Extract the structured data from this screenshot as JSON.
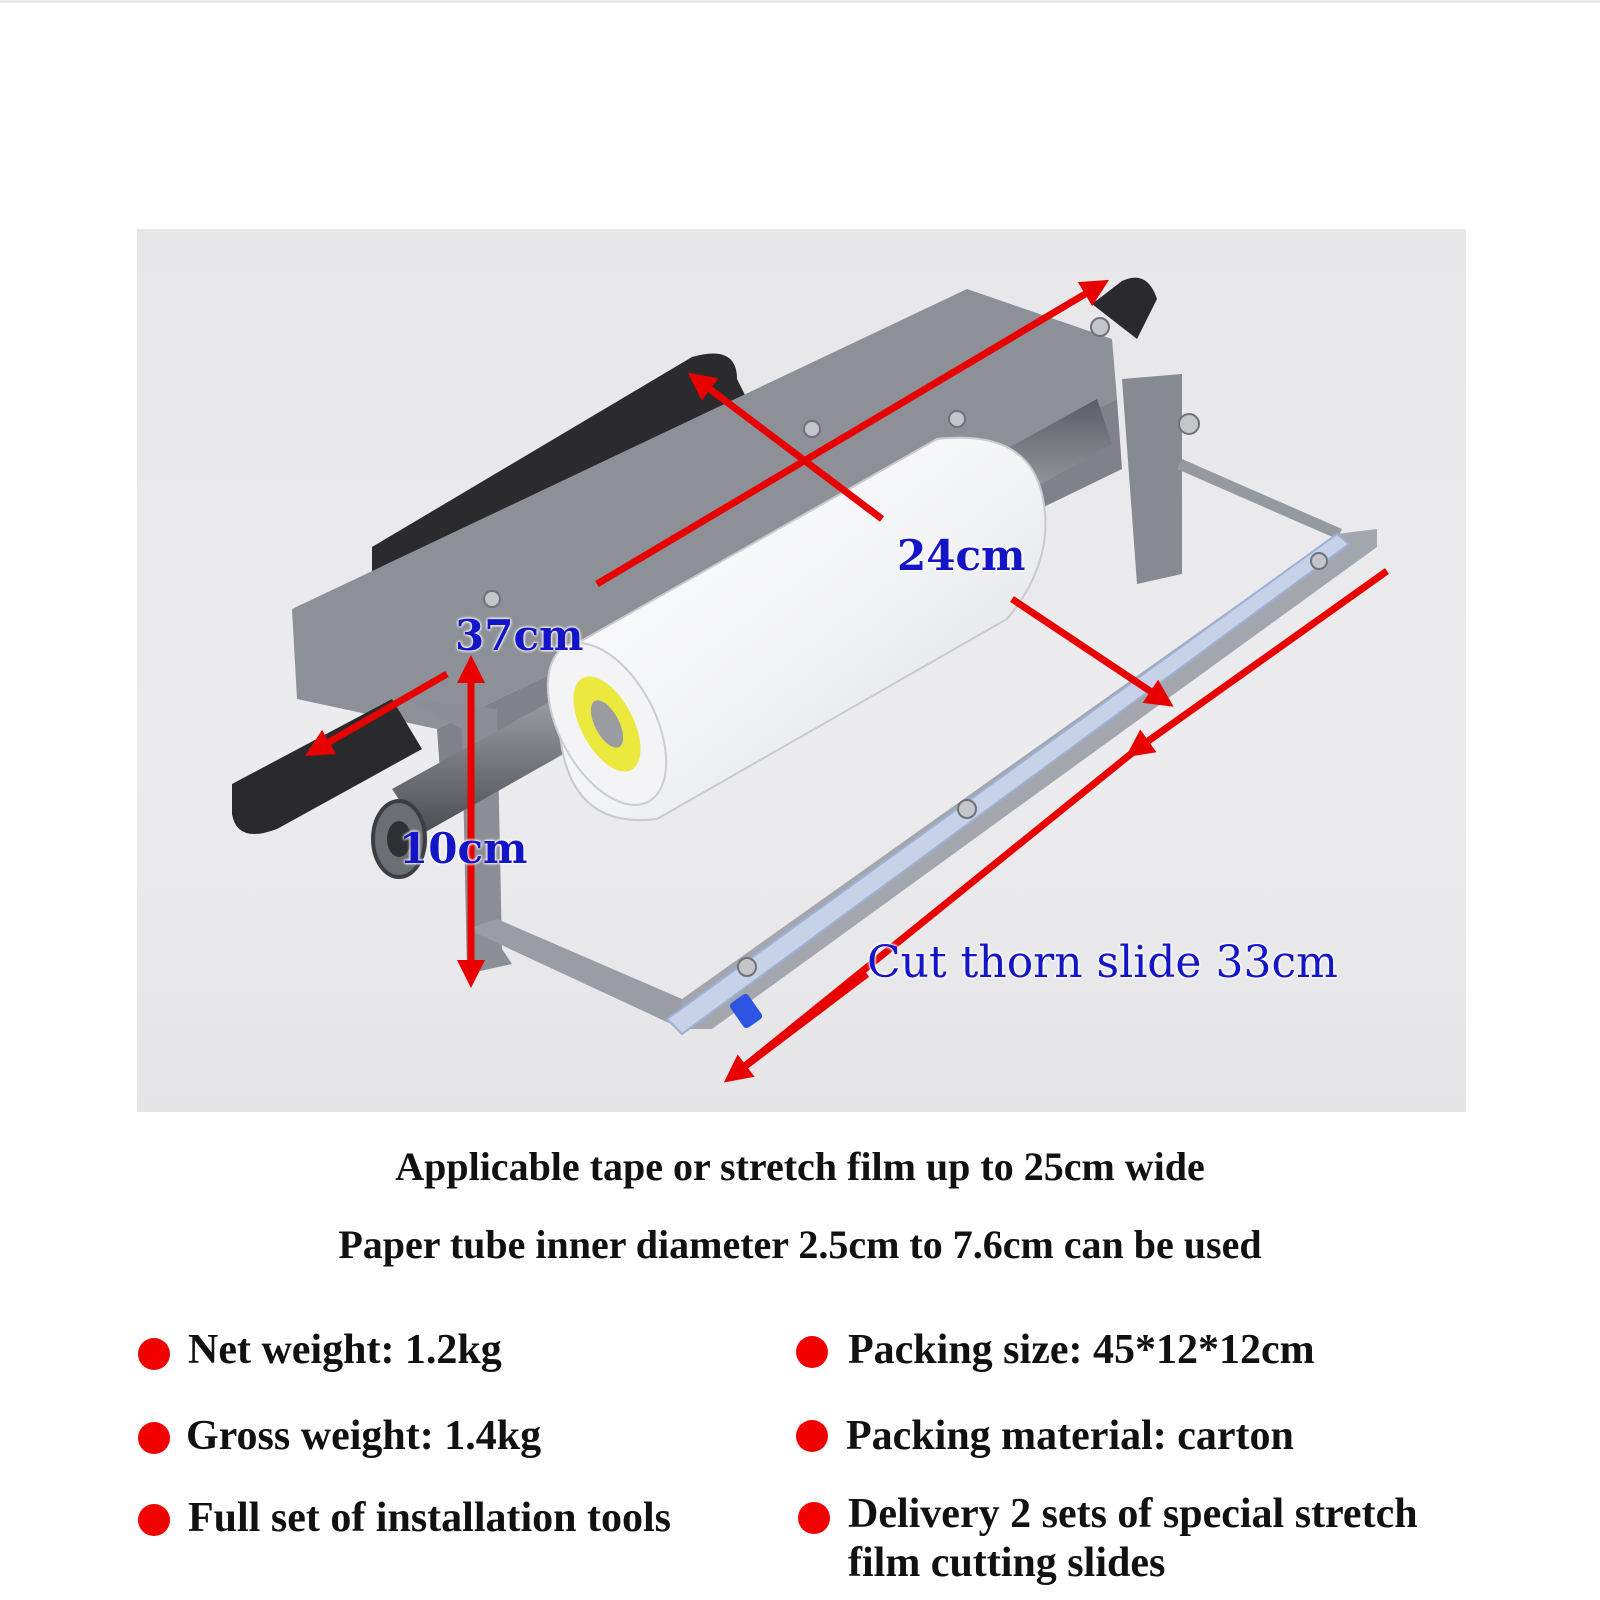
{
  "dimensions": {
    "length": "24cm",
    "overall": "37cm",
    "height": "10cm",
    "slide": "Cut thorn slide 33cm"
  },
  "captions": {
    "line1": "Applicable tape or stretch film up to 25cm wide",
    "line2": "Paper tube inner diameter 2.5cm to 7.6cm can be used"
  },
  "specs": {
    "net_weight": "Net weight: 1.2kg",
    "gross_weight": "Gross weight: 1.4kg",
    "tools": "Full set of installation tools",
    "packing_size": "Packing size: 45*12*12cm",
    "packing_material": "Packing material: carton",
    "delivery_line1": "Delivery 2 sets of special stretch",
    "delivery_line2": "film cutting slides"
  },
  "colors": {
    "bullet": "#f20000",
    "dimension_text": "#1515c8",
    "arrow": "#e80000"
  }
}
